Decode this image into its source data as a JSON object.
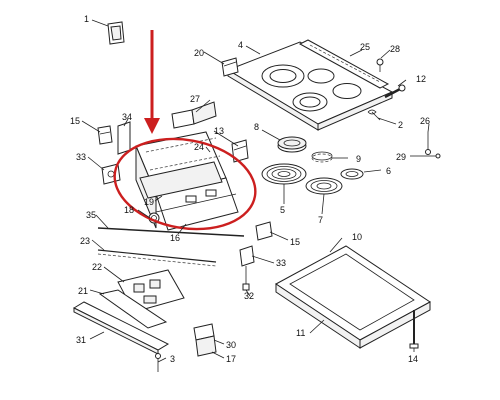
{
  "diagram": {
    "callouts": [
      "1",
      "2",
      "3",
      "4",
      "5",
      "6",
      "7",
      "8",
      "9",
      "10",
      "11",
      "12",
      "13",
      "14",
      "15",
      "15",
      "16",
      "17",
      "18",
      "19",
      "20",
      "21",
      "22",
      "23",
      "24",
      "25",
      "26",
      "27",
      "28",
      "29",
      "30",
      "31",
      "32",
      "33",
      "33",
      "34",
      "35"
    ]
  },
  "colors": {
    "highlight": "#cc1f1f",
    "line": "#222222"
  }
}
